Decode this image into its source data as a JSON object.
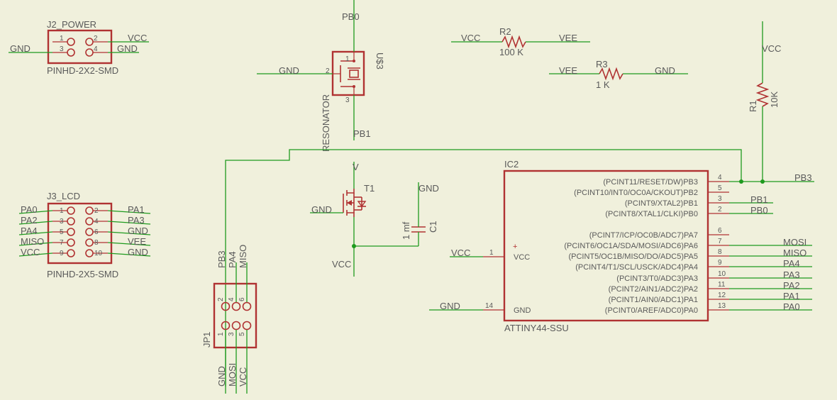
{
  "colors": {
    "background": "#f0f0dc",
    "wire": "#1e9a1e",
    "part": "#b03232",
    "text": "#5a5a5a"
  },
  "j2": {
    "name": "J2_POWER",
    "value": "PINHD-2X2-SMD",
    "pins": [
      "1",
      "2",
      "3",
      "4"
    ],
    "nets": {
      "gnd_left": "GND",
      "vcc": "VCC",
      "gnd_right": "GND"
    }
  },
  "j3": {
    "name": "J3_LCD",
    "value": "PINHD-2X5-SMD",
    "left_pins": [
      "1",
      "3",
      "5",
      "7",
      "9"
    ],
    "right_pins": [
      "2",
      "4",
      "6",
      "8",
      "10"
    ],
    "left_nets": [
      "PA0",
      "PA2",
      "PA4",
      "MISO",
      "VCC"
    ],
    "right_nets": [
      "PA1",
      "PA3",
      "GND",
      "VEE",
      "GND"
    ]
  },
  "u3": {
    "name": "U$3",
    "value": "RESONATOR",
    "pins": [
      "1",
      "2",
      "3"
    ],
    "nets": {
      "top": "PB0",
      "left": "GND",
      "bottom": "PB1"
    }
  },
  "r2": {
    "name": "R2",
    "value": "100 K",
    "nets": {
      "left": "VCC",
      "right": "VEE"
    }
  },
  "r3": {
    "name": "R3",
    "value": "1 K",
    "nets": {
      "left": "VEE",
      "right": "GND"
    }
  },
  "r1": {
    "name": "R1",
    "value": "10K",
    "nets": {
      "top": "VCC",
      "bottom": "PB3"
    }
  },
  "t1": {
    "name": "T1",
    "nets": {
      "top": "V",
      "gate": "GND",
      "bottom": "VCC"
    }
  },
  "c1": {
    "name": "C1",
    "value": "1 mf",
    "nets": {
      "top": "GND"
    }
  },
  "jp1": {
    "name": "JP1",
    "top_pins": [
      "2",
      "4",
      "6"
    ],
    "bottom_pins": [
      "1",
      "3",
      "5"
    ],
    "top_nets": [
      "PB3",
      "PA4",
      "MISO"
    ],
    "bottom_nets": [
      "GND",
      "MOSI",
      "VCC"
    ]
  },
  "ic2": {
    "name": "IC2",
    "value": "ATTINY44-SSU",
    "vcc_label": "VCC",
    "gnd_label": "GND",
    "vcc_pin": "1",
    "gnd_pin": "14",
    "left_nets": {
      "vcc": "VCC",
      "gnd": "GND"
    },
    "pins": [
      {
        "label": "(PCINT11/RESET/DW)PB3",
        "pin": "4",
        "net": ""
      },
      {
        "label": "(PCINT10/INT0/OC0A/CKOUT)PB2",
        "pin": "5",
        "net": ""
      },
      {
        "label": "(PCINT9/XTAL2)PB1",
        "pin": "3",
        "net": "PB1"
      },
      {
        "label": "(PCINT8/XTAL1/CLKI)PB0",
        "pin": "2",
        "net": "PB0"
      },
      {
        "label": "(PCINT7/ICP/OC0B/ADC7)PA7",
        "pin": "6",
        "net": ""
      },
      {
        "label": "(PCINT6/OC1A/SDA/MOSI/ADC6)PA6",
        "pin": "7",
        "net": "MOSI"
      },
      {
        "label": "(PCINT5/OC1B/MISO/DO/ADC5)PA5",
        "pin": "8",
        "net": "MISO"
      },
      {
        "label": "(PCINT4/T1/SCL/USCK/ADC4)PA4",
        "pin": "9",
        "net": "PA4"
      },
      {
        "label": "(PCINT3/T0/ADC3)PA3",
        "pin": "10",
        "net": "PA3"
      },
      {
        "label": "(PCINT2/AIN1/ADC2)PA2",
        "pin": "11",
        "net": "PA2"
      },
      {
        "label": "(PCINT1/AIN0/ADC1)PA1",
        "pin": "12",
        "net": "PA1"
      },
      {
        "label": "(PCINT0/AREF/ADC0)PA0",
        "pin": "13",
        "net": "PA0"
      }
    ],
    "pb3_net": "PB3"
  }
}
